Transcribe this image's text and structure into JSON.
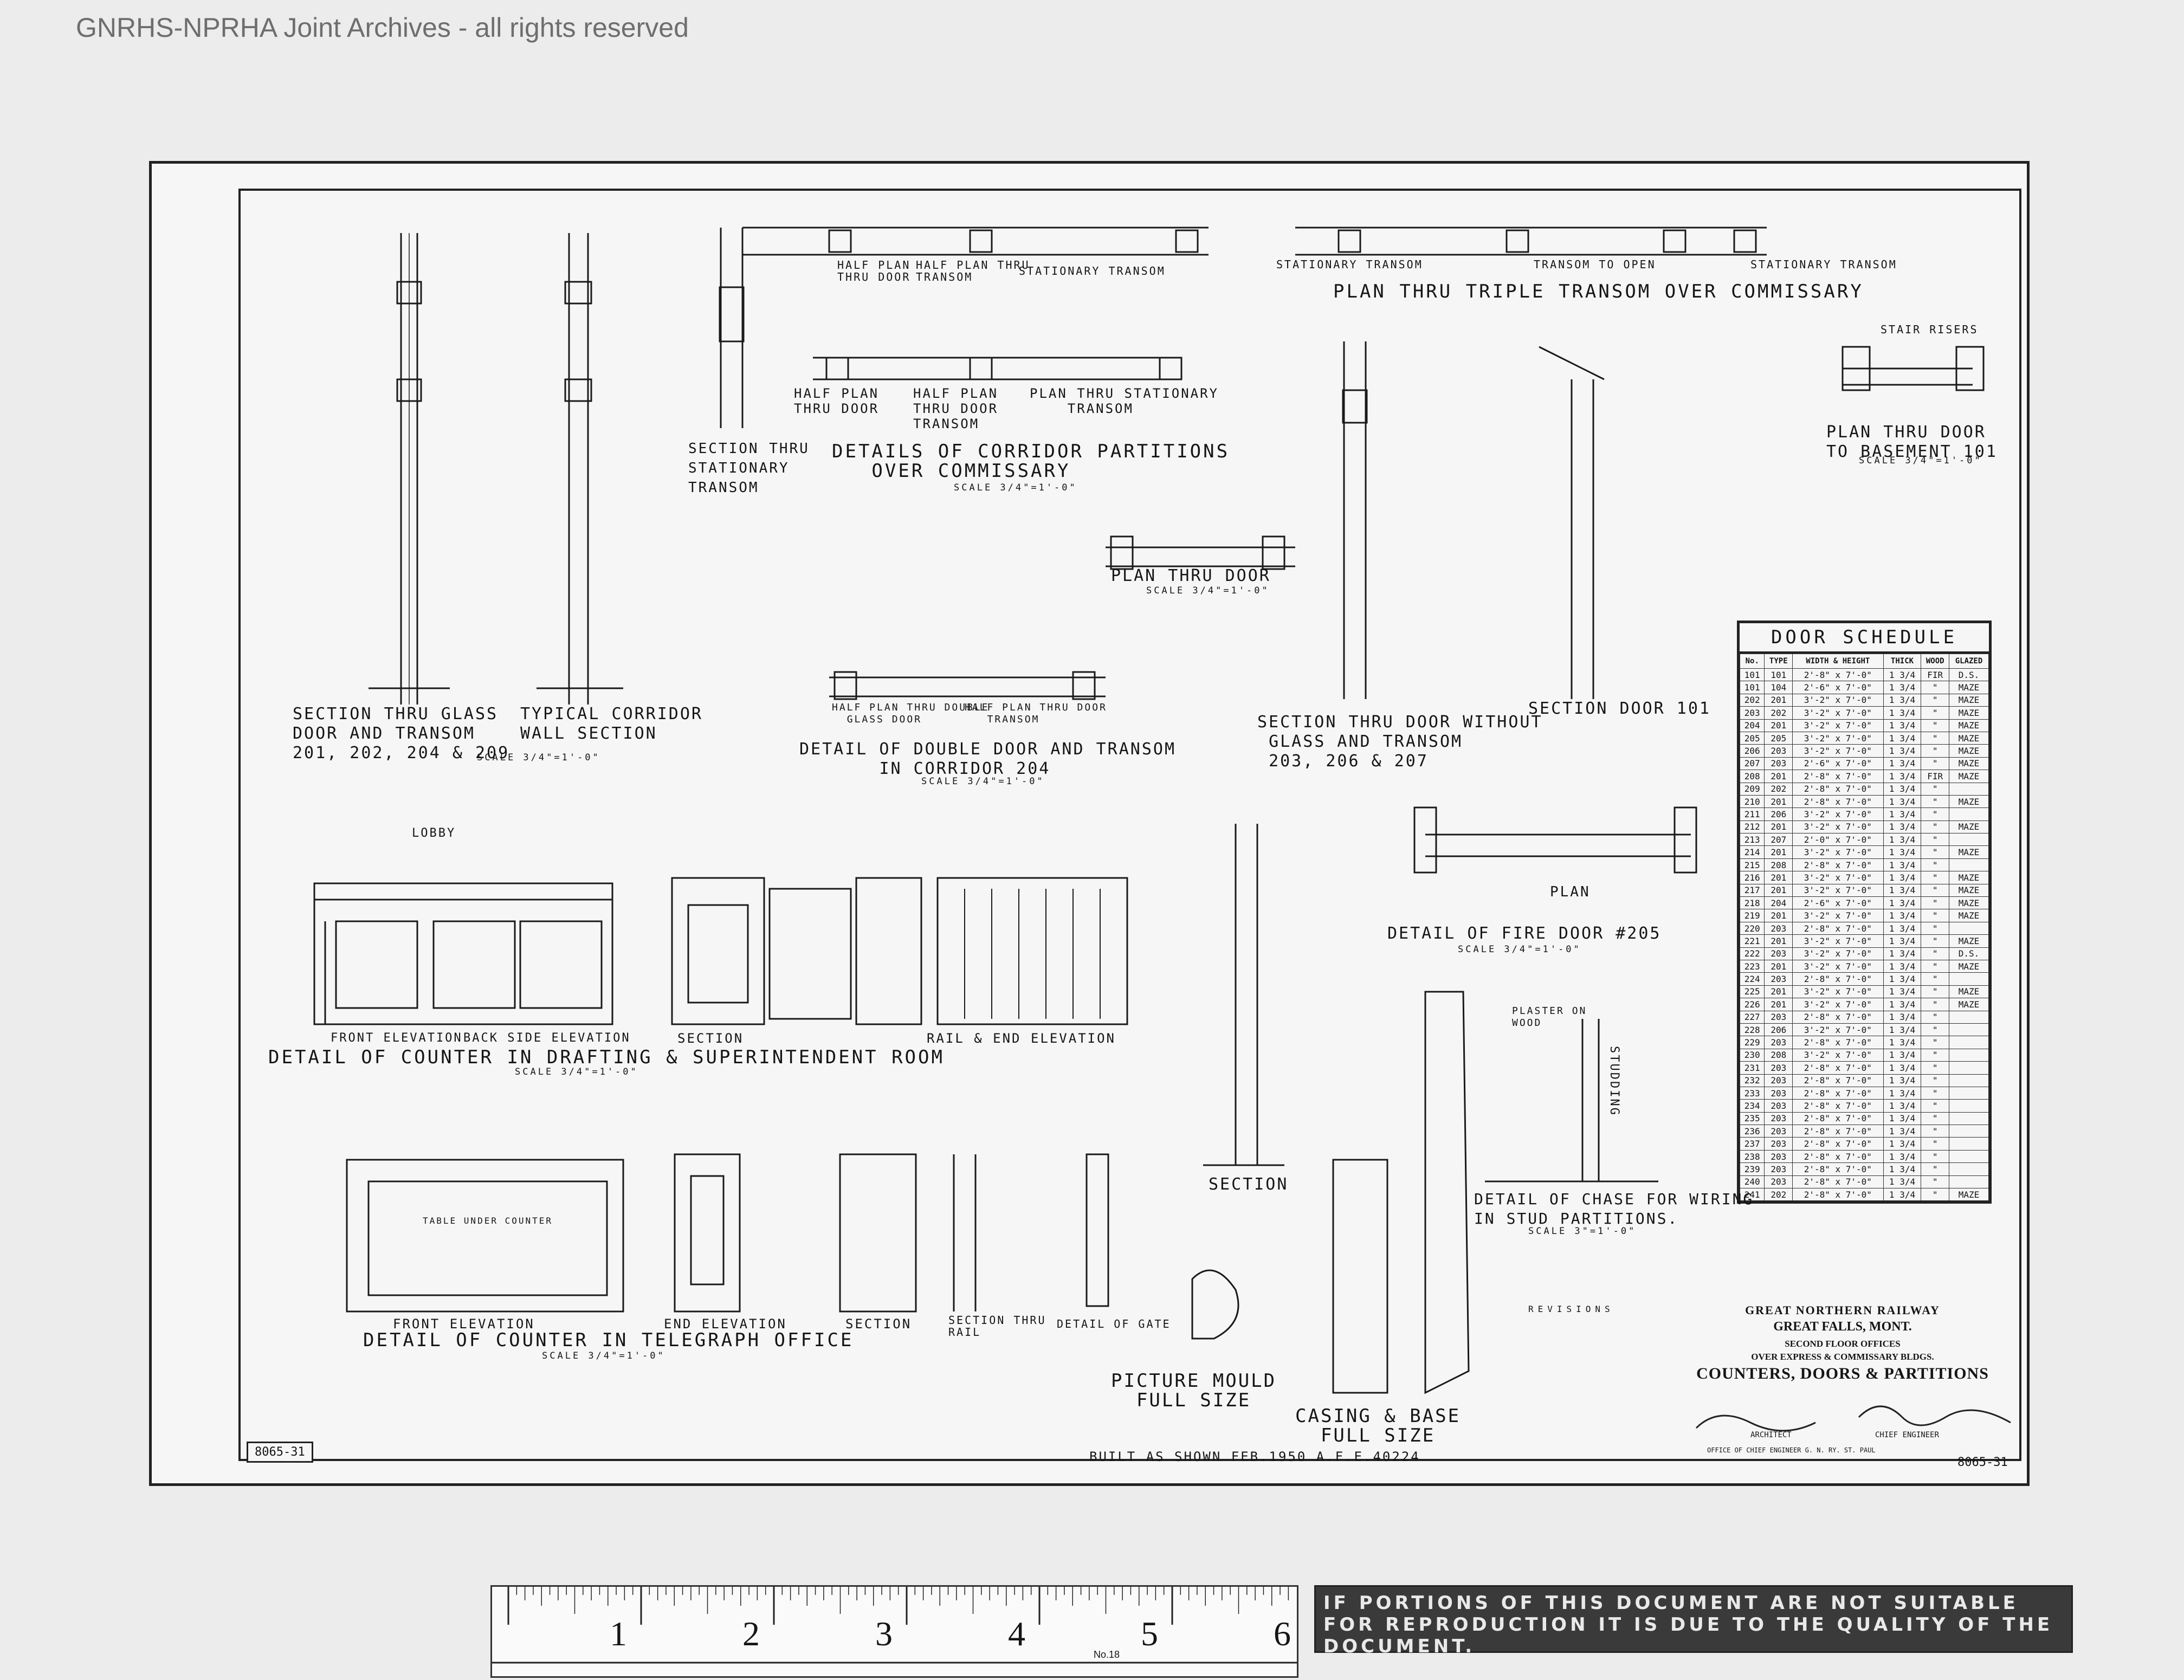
{
  "watermark": "GNRHS-NPRHA Joint Archives - all rights reserved",
  "drawing_number": "8065-31",
  "built_note": "BUILT AS SHOWN FEB.1950 A.F.E.40224",
  "details": {
    "section_glass_door": [
      "SECTION THRU GLASS",
      "DOOR AND TRANSOM",
      "201, 202, 204 & 209"
    ],
    "section_glass_door_scale": "SCALE 3/4\"=1'-0\"",
    "typical_corridor": [
      "TYPICAL CORRIDOR",
      "WALL SECTION"
    ],
    "section_transom": [
      "SECTION THRU",
      "STATIONARY",
      "TRANSOM"
    ],
    "corridor_partitions": [
      "DETAILS OF CORRIDOR PARTITIONS",
      "OVER COMMISSARY"
    ],
    "corridor_partitions_scale": "SCALE 3/4\"=1'-0\"",
    "half_plan_a": [
      "HALF PLAN",
      "THRU DOOR"
    ],
    "half_plan_b": [
      "HALF PLAN THRU",
      "TRANSOM"
    ],
    "stationary_transom_top": "STATIONARY TRANSOM",
    "half_plan_c": [
      "HALF PLAN",
      "THRU DOOR"
    ],
    "half_plan_d": [
      "HALF PLAN",
      "THRU DOOR",
      "TRANSOM"
    ],
    "plan_stationary": [
      "PLAN THRU STATIONARY",
      "TRANSOM"
    ],
    "triple_transom": "PLAN THRU TRIPLE TRANSOM OVER COMMISSARY",
    "stationary_transom_left": "STATIONARY TRANSOM",
    "transom_to_open": "TRANSOM TO OPEN",
    "stationary_transom_right": "STATIONARY TRANSOM",
    "plan_door": "PLAN THRU DOOR",
    "plan_door_scale": "SCALE 3/4\"=1'-0\"",
    "double_door": [
      "DETAIL OF DOUBLE DOOR AND TRANSOM",
      "IN CORRIDOR 204"
    ],
    "double_door_scale": "SCALE 3/4\"=1'-0\"",
    "half_plan_double": [
      "HALF PLAN THRU DOUBLE",
      "GLASS DOOR"
    ],
    "half_plan_transom2": [
      "HALF PLAN THRU DOOR",
      "TRANSOM"
    ],
    "section_no_glass": [
      "SECTION THRU DOOR WITHOUT",
      "GLASS AND TRANSOM",
      "203, 206 & 207"
    ],
    "section_door_101": "SECTION DOOR 101",
    "plan_basement": [
      "PLAN THRU DOOR",
      "TO BASEMENT 101"
    ],
    "plan_basement_scale": "SCALE 3/4\"=1'-0\"",
    "stair_risers": "STAIR RISERS",
    "fire_door_plan": "PLAN",
    "fire_door": "DETAIL OF FIRE DOOR #205",
    "fire_door_scale": "SCALE 3/4\"=1'-0\"",
    "counter_drafting": "DETAIL OF COUNTER IN DRAFTING & SUPERINTENDENT ROOM",
    "counter_drafting_scale": "SCALE 3/4\"=1'-0\"",
    "front_elev_1": "FRONT ELEVATION",
    "back_elev": "BACK SIDE ELEVATION",
    "section_1": "SECTION",
    "rail_end": "RAIL & END ELEVATION",
    "lobby": "LOBBY",
    "section_mid": "SECTION",
    "counter_telegraph": "DETAIL OF COUNTER IN TELEGRAPH OFFICE",
    "counter_telegraph_scale": "SCALE 3/4\"=1'-0\"",
    "front_elev_2": "FRONT ELEVATION",
    "end_elev": "END ELEVATION",
    "section_2": "SECTION",
    "section_rail": [
      "SECTION THRU",
      "RAIL"
    ],
    "detail_gate": "DETAIL OF GATE",
    "table_under": "TABLE UNDER COUNTER",
    "picture_mould": [
      "PICTURE MOULD",
      "FULL SIZE"
    ],
    "casing_base": [
      "CASING & BASE",
      "FULL SIZE"
    ],
    "chase": [
      "DETAIL OF CHASE FOR WIRING",
      "IN STUD PARTITIONS."
    ],
    "chase_scale": "SCALE 3\"=1'-0\"",
    "studding": "STUDDING",
    "plaster": [
      "PLASTER",
      "ON",
      "WOOD"
    ],
    "revisions_title": "REVISIONS"
  },
  "door_schedule": {
    "title": "DOOR SCHEDULE",
    "columns": [
      "No.",
      "TYPE",
      "WIDTH & HEIGHT",
      "THICK",
      "WOOD",
      "GLAZED"
    ],
    "rows": [
      [
        "101",
        "101",
        "2'-8\" x 7'-0\"",
        "1 3/4",
        "FIR",
        "D.S."
      ],
      [
        "101",
        "104",
        "2'-6\" x 7'-0\"",
        "1 3/4",
        "\"",
        "MAZE"
      ],
      [
        "202",
        "201",
        "3'-2\" x 7'-0\"",
        "1 3/4",
        "\"",
        "MAZE"
      ],
      [
        "203",
        "202",
        "3'-2\" x 7'-0\"",
        "1 3/4",
        "\"",
        "MAZE"
      ],
      [
        "204",
        "201",
        "3'-2\" x 7'-0\"",
        "1 3/4",
        "\"",
        "MAZE"
      ],
      [
        "205",
        "205",
        "3'-2\" x 7'-0\"",
        "1 3/4",
        "\"",
        "MAZE"
      ],
      [
        "206",
        "203",
        "3'-2\" x 7'-0\"",
        "1 3/4",
        "\"",
        "MAZE"
      ],
      [
        "207",
        "203",
        "2'-6\" x 7'-0\"",
        "1 3/4",
        "\"",
        "MAZE"
      ],
      [
        "208",
        "201",
        "2'-8\" x 7'-0\"",
        "1 3/4",
        "FIR",
        "MAZE"
      ],
      [
        "209",
        "202",
        "2'-8\" x 7'-0\"",
        "1 3/4",
        "\"",
        ""
      ],
      [
        "210",
        "201",
        "2'-8\" x 7'-0\"",
        "1 3/4",
        "\"",
        "MAZE"
      ],
      [
        "211",
        "206",
        "3'-2\" x 7'-0\"",
        "1 3/4",
        "\"",
        ""
      ],
      [
        "212",
        "201",
        "3'-2\" x 7'-0\"",
        "1 3/4",
        "\"",
        "MAZE"
      ],
      [
        "213",
        "207",
        "2'-0\" x 7'-0\"",
        "1 3/4",
        "\"",
        ""
      ],
      [
        "214",
        "201",
        "3'-2\" x 7'-0\"",
        "1 3/4",
        "\"",
        "MAZE"
      ],
      [
        "215",
        "208",
        "2'-8\" x 7'-0\"",
        "1 3/4",
        "\"",
        ""
      ],
      [
        "216",
        "201",
        "3'-2\" x 7'-0\"",
        "1 3/4",
        "\"",
        "MAZE"
      ],
      [
        "217",
        "201",
        "3'-2\" x 7'-0\"",
        "1 3/4",
        "\"",
        "MAZE"
      ],
      [
        "218",
        "204",
        "2'-6\" x 7'-0\"",
        "1 3/4",
        "\"",
        "MAZE"
      ],
      [
        "219",
        "201",
        "3'-2\" x 7'-0\"",
        "1 3/4",
        "\"",
        "MAZE"
      ],
      [
        "220",
        "203",
        "2'-8\" x 7'-0\"",
        "1 3/4",
        "\"",
        ""
      ],
      [
        "221",
        "201",
        "3'-2\" x 7'-0\"",
        "1 3/4",
        "\"",
        "MAZE"
      ],
      [
        "222",
        "203",
        "3'-2\" x 7'-0\"",
        "1 3/4",
        "\"",
        "D.S."
      ],
      [
        "223",
        "201",
        "3'-2\" x 7'-0\"",
        "1 3/4",
        "\"",
        "MAZE"
      ],
      [
        "224",
        "203",
        "2'-8\" x 7'-0\"",
        "1 3/4",
        "\"",
        ""
      ],
      [
        "225",
        "201",
        "3'-2\" x 7'-0\"",
        "1 3/4",
        "\"",
        "MAZE"
      ],
      [
        "226",
        "201",
        "3'-2\" x 7'-0\"",
        "1 3/4",
        "\"",
        "MAZE"
      ],
      [
        "227",
        "203",
        "2'-8\" x 7'-0\"",
        "1 3/4",
        "\"",
        ""
      ],
      [
        "228",
        "206",
        "3'-2\" x 7'-0\"",
        "1 3/4",
        "\"",
        ""
      ],
      [
        "229",
        "203",
        "2'-8\" x 7'-0\"",
        "1 3/4",
        "\"",
        ""
      ],
      [
        "230",
        "208",
        "3'-2\" x 7'-0\"",
        "1 3/4",
        "\"",
        ""
      ],
      [
        "231",
        "203",
        "2'-8\" x 7'-0\"",
        "1 3/4",
        "\"",
        ""
      ],
      [
        "232",
        "203",
        "2'-8\" x 7'-0\"",
        "1 3/4",
        "\"",
        ""
      ],
      [
        "233",
        "203",
        "2'-8\" x 7'-0\"",
        "1 3/4",
        "\"",
        ""
      ],
      [
        "234",
        "203",
        "2'-8\" x 7'-0\"",
        "1 3/4",
        "\"",
        ""
      ],
      [
        "235",
        "203",
        "2'-8\" x 7'-0\"",
        "1 3/4",
        "\"",
        ""
      ],
      [
        "236",
        "203",
        "2'-8\" x 7'-0\"",
        "1 3/4",
        "\"",
        ""
      ],
      [
        "237",
        "203",
        "2'-8\" x 7'-0\"",
        "1 3/4",
        "\"",
        ""
      ],
      [
        "238",
        "203",
        "2'-8\" x 7'-0\"",
        "1 3/4",
        "\"",
        ""
      ],
      [
        "239",
        "203",
        "2'-8\" x 7'-0\"",
        "1 3/4",
        "\"",
        ""
      ],
      [
        "240",
        "203",
        "2'-8\" x 7'-0\"",
        "1 3/4",
        "\"",
        ""
      ],
      [
        "241",
        "202",
        "2'-8\" x 7'-0\"",
        "1 3/4",
        "\"",
        "MAZE"
      ]
    ]
  },
  "title_block": {
    "company": "GREAT NORTHERN RAILWAY",
    "location": "GREAT FALLS, MONT.",
    "subtitle_1": "SECOND FLOOR OFFICES",
    "subtitle_2": "OVER EXPRESS & COMMISSARY BLDGS.",
    "title": "COUNTERS, DOORS & PARTITIONS",
    "architect_label": "ARCHITECT",
    "engineer_label": "CHIEF ENGINEER",
    "office": "OFFICE OF CHIEF ENGINEER G. N. RY. ST. PAUL"
  },
  "ruler": {
    "inches": [
      "1",
      "2",
      "3",
      "4",
      "5",
      "6"
    ],
    "maker": "No.18"
  },
  "disclaimer": "IF PORTIONS OF THIS DOCUMENT ARE NOT SUITABLE FOR REPRODUCTION IT IS DUE TO THE QUALITY OF THE DOCUMENT."
}
